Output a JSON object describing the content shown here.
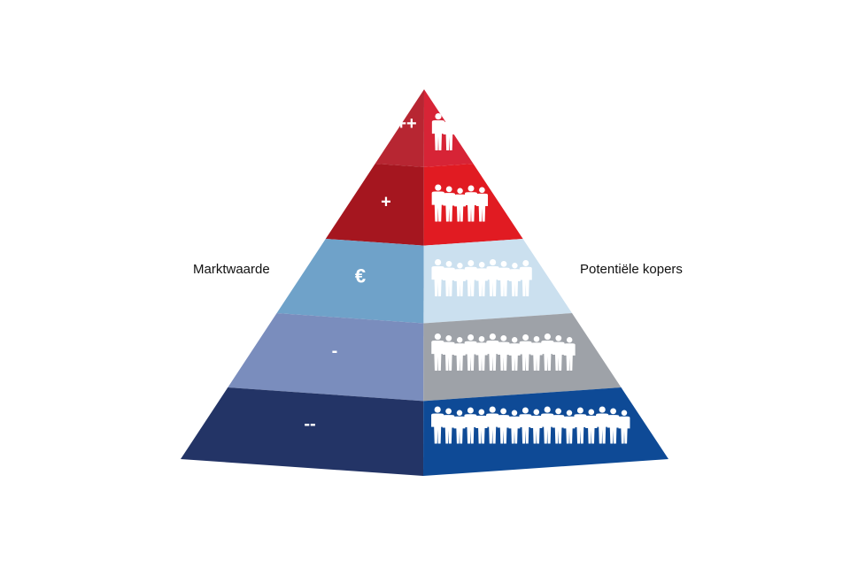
{
  "labels": {
    "left": "Marktwaarde",
    "right": "Potentiële kopers"
  },
  "tiers": [
    {
      "symbol": "++",
      "people": 2,
      "left_color": "#b72632",
      "right_color": "#d72436"
    },
    {
      "symbol": "+",
      "people": 5,
      "left_color": "#a5161f",
      "right_color": "#e11b22"
    },
    {
      "symbol": "€",
      "people": 9,
      "left_color": "#6fa2c9",
      "right_color": "#cbe0ef"
    },
    {
      "symbol": "-",
      "people": 13,
      "left_color": "#7a8dbd",
      "right_color": "#9ea2a8"
    },
    {
      "symbol": "--",
      "people": 18,
      "left_color": "#233466",
      "right_color": "#0e4a96"
    }
  ],
  "icons": {
    "person": "person-silhouette-icon"
  }
}
